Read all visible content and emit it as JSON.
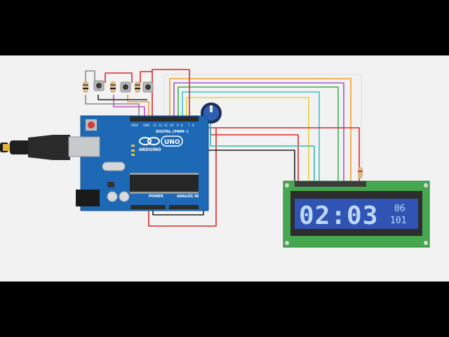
{
  "board": {
    "brand": "ARDUINO",
    "model": "UNO",
    "digital_label": "DIGITAL (PWM~)",
    "power_label": "POWER",
    "analog_label": "ANALOG IN"
  },
  "lcd": {
    "clock": "02:03",
    "small_top": "06",
    "small_bottom": "101"
  },
  "colors": {
    "background": "#f2f2f2",
    "board": "#1d69b5",
    "lcd_frame": "#46a84e",
    "lcd_screen": "#2f54b3"
  }
}
